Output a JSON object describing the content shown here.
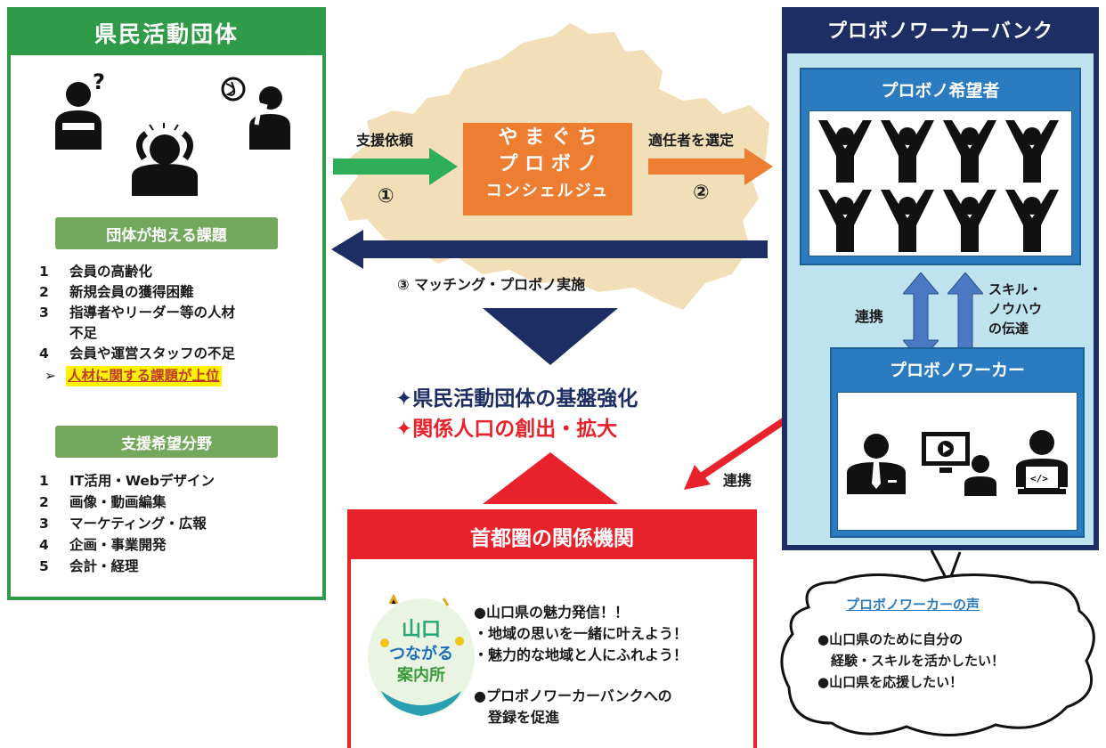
{
  "left_panel": {
    "title": "県民活動団体",
    "issues_heading": "団体が抱える課題",
    "issues": [
      {
        "num": "1",
        "text": "会員の高齢化"
      },
      {
        "num": "2",
        "text": "新規会員の獲得困難"
      },
      {
        "num": "3",
        "text": "指導者やリーダー等の人材"
      },
      {
        "num": "",
        "text": "不足"
      },
      {
        "num": "4",
        "text": "会員や運営スタッフの不足"
      }
    ],
    "issues_summary_marker": "➢",
    "issues_summary": "人材に関する課題が上位",
    "support_heading": "支援希望分野",
    "support": [
      {
        "num": "1",
        "text": "IT活用・Webデザイン"
      },
      {
        "num": "2",
        "text": "画像・動画編集"
      },
      {
        "num": "3",
        "text": "マーケティング・広報"
      },
      {
        "num": "4",
        "text": "企画・事業開発"
      },
      {
        "num": "5",
        "text": "会計・経理"
      }
    ]
  },
  "center": {
    "request_label": "支援依頼",
    "request_num": "①",
    "concierge_line1": "や ま ぐ ち",
    "concierge_line2": "プ ロ ボ ノ",
    "concierge_line3": "コンシェルジュ",
    "select_label": "適任者を選定",
    "select_num": "②",
    "matching_label": "③ マッチング・プロボノ実施",
    "outcome1": "✦県民活動団体の基盤強化",
    "outcome2": "✦関係人口の創出・拡大",
    "link_label": "連携"
  },
  "right_panel": {
    "title": "プロボノワーカーバンク",
    "applicants_title": "プロボノ希望者",
    "link_label": "連携",
    "skill_label": "スキル・\nノウハウ\nの伝達",
    "workers_title": "プロボノワーカー"
  },
  "bottom_panel": {
    "title": "首都圏の関係機関",
    "logo_text_1": "山口",
    "logo_text_2": "つながる",
    "logo_text_3": "案内所",
    "bullet1": "●山口県の魅力発信！！",
    "bullet1a": "・地域の思いを一緒に叶えよう！",
    "bullet1b": "・魅力的な地域と人にふれよう！",
    "bullet2": "●プロボノワーカーバンクへの",
    "bullet2b": "　登録を促進"
  },
  "voice": {
    "title": "プロボノワーカーの声",
    "line1": "●山口県のために自分の",
    "line2": "　経験・スキルを活かしたい！",
    "line3": "●山口県を応援したい！"
  },
  "colors": {
    "green": "#2f9a48",
    "orange": "#ed7d31",
    "navy": "#1c2e63",
    "red": "#e8222b",
    "blue": "#2a7bbf"
  }
}
